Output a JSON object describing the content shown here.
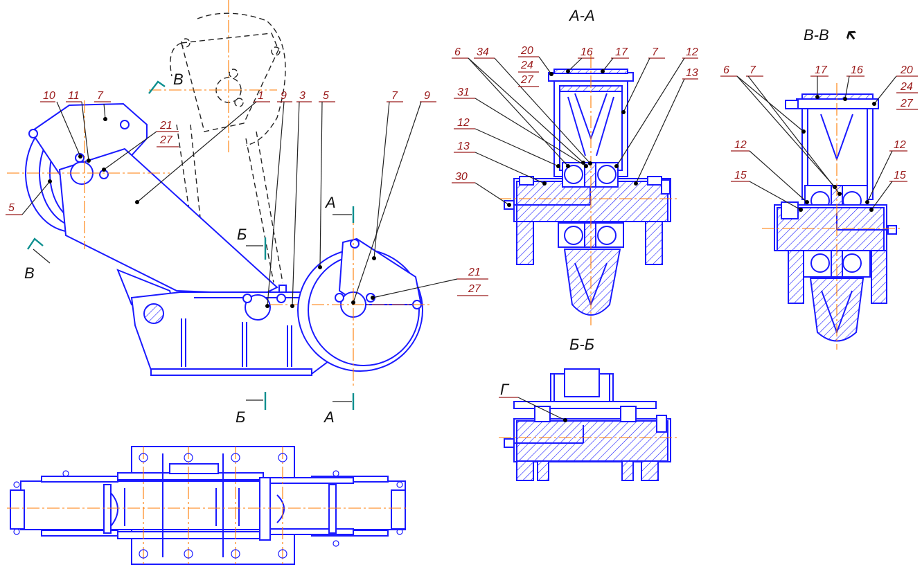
{
  "views": {
    "a": "А-А",
    "b": "Б-Б",
    "v": "В-В",
    "v_arrow": "🡴"
  },
  "section_marks": {
    "v": "В",
    "a": "А",
    "b": "Б",
    "g": "Г"
  },
  "callouts": {
    "main": [
      "10",
      "11",
      "7",
      "21",
      "27",
      "5",
      "1",
      "9",
      "3",
      "5",
      "7",
      "9",
      "21",
      "27"
    ],
    "aa": [
      "6",
      "34",
      "20",
      "24",
      "27",
      "16",
      "17",
      "7",
      "12",
      "13",
      "31",
      "12",
      "13",
      "30"
    ],
    "vv": [
      "6",
      "7",
      "17",
      "16",
      "20",
      "24",
      "27",
      "12",
      "15",
      "12",
      "15"
    ]
  },
  "colors": {
    "outline": "#1a1aff",
    "axis": "#ff7a00",
    "section_line": "#0d8f8f",
    "callout_text": "#9a1a1a"
  }
}
